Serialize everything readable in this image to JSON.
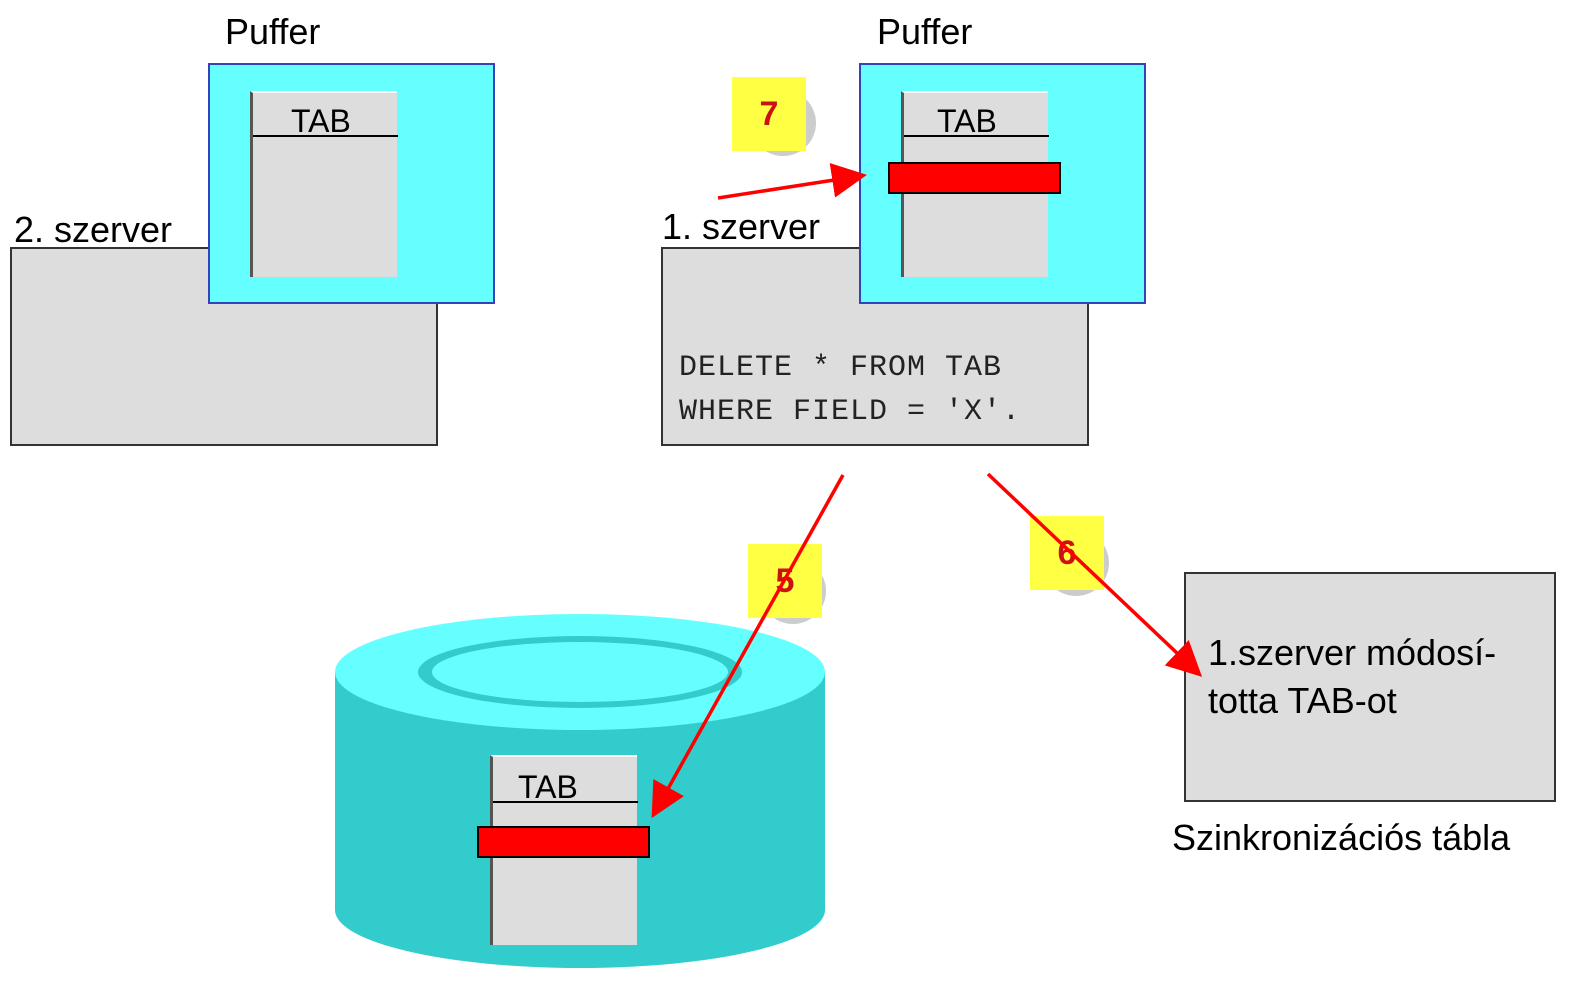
{
  "server2": {
    "label": "2. szerver",
    "puffer_label": "Puffer",
    "tab_label": "TAB"
  },
  "server1": {
    "label": "1. szerver",
    "puffer_label": "Puffer",
    "tab_label": "TAB",
    "code_line1": "DELETE * FROM TAB",
    "code_line2": "WHERE FIELD = 'X'."
  },
  "database": {
    "tab_label": "TAB"
  },
  "steps": {
    "five": "5",
    "six": "6",
    "seven": "7"
  },
  "sync": {
    "line1": "1.szerver módosí-",
    "line2": "totta TAB-ot",
    "caption": "Szinkronizációs tábla"
  },
  "colors": {
    "puffer": "#66ffff",
    "database": "#33cccc",
    "highlight": "#ff0000",
    "step_badge": "#ffff44",
    "arrow": "#ff0000"
  }
}
